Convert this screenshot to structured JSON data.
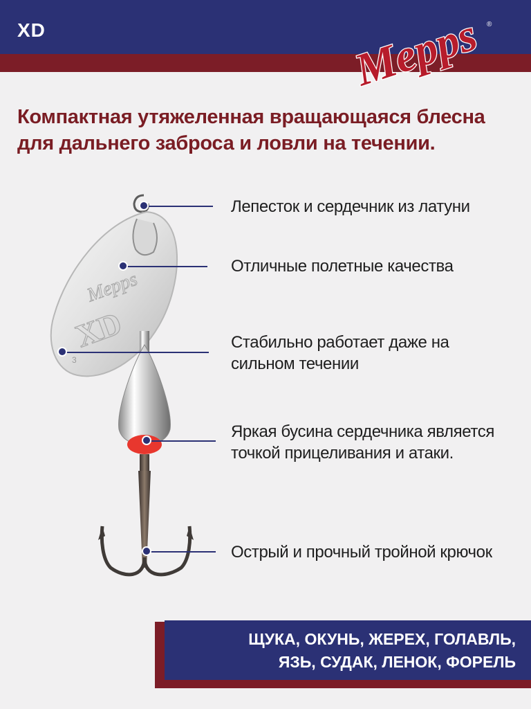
{
  "header": {
    "model_code": "XD",
    "brand_logo_text": "Mepps"
  },
  "headline": {
    "line1": "Компактная утяжеленная вращающаяся блесна",
    "line2": "для дальнего заброса и ловли на течении."
  },
  "product": {
    "blade_engraving_brand": "Mepps",
    "blade_engraving_model": "XD",
    "blade_size_mark": "3"
  },
  "features": [
    {
      "lines": [
        "Лепесток и сердечник из латуни"
      ]
    },
    {
      "lines": [
        "Отличные полетные качества"
      ]
    },
    {
      "lines": [
        "Стабильно работает даже на",
        "сильном течении"
      ]
    },
    {
      "lines": [
        "Яркая бусина сердечника является",
        "точкой прицеливания и атаки."
      ]
    },
    {
      "lines": [
        "Острый и прочный тройной крючок"
      ]
    }
  ],
  "footer": {
    "line1": "ЩУКА, ОКУНЬ, ЖЕРЕХ, ГОЛАВЛЬ,",
    "line2": "ЯЗЬ, СУДАК, ЛЕНОК, ФОРЕЛЬ"
  },
  "colors": {
    "navy": "#2b3175",
    "maroon": "#7c1d27",
    "headline": "#7a1d24",
    "logo_red": "#b71c2b",
    "bead": "#e8372e"
  }
}
